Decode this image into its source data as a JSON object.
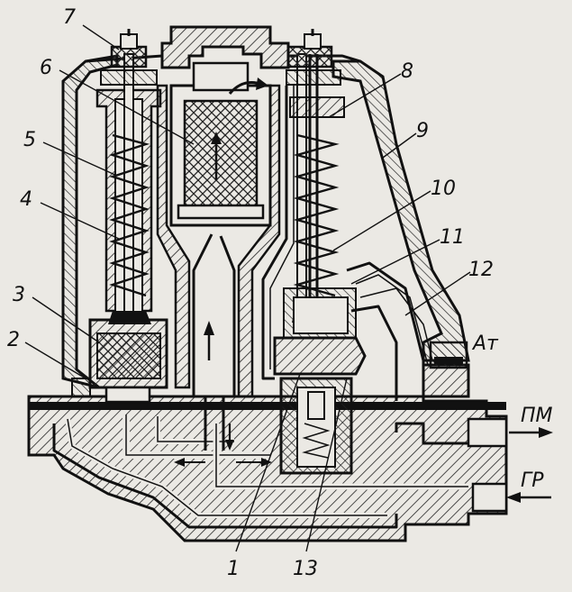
{
  "labels": {
    "l1": "1",
    "l2": "2",
    "l3": "3",
    "l4": "4",
    "l5": "5",
    "l6": "6",
    "l7": "7",
    "l8": "8",
    "l9": "9",
    "l10": "10",
    "l11": "11",
    "l12": "12",
    "l13": "13",
    "at": "Ат",
    "pm": "ПМ",
    "gr": "ГР"
  }
}
